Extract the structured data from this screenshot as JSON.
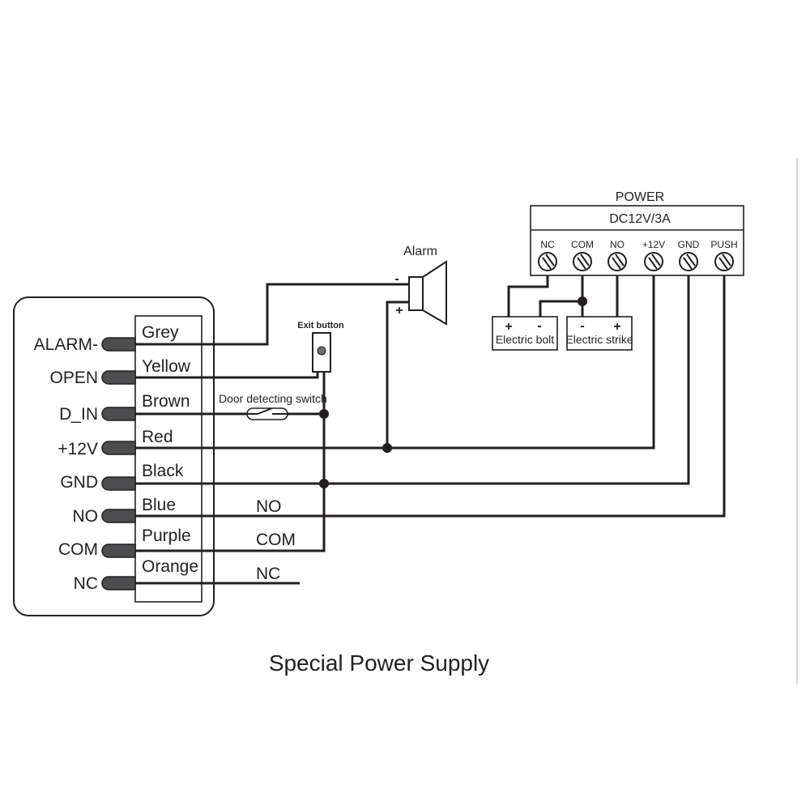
{
  "title": "Special Power Supply",
  "colors": {
    "ink": "#231f20",
    "connector": "#4d4d4f",
    "button_dot": "#6d6e71",
    "frame_line": "#c8c8c8",
    "background": "#ffffff"
  },
  "controller": {
    "terminals": [
      {
        "signal": "ALARM-",
        "wire_color": "Grey"
      },
      {
        "signal": "OPEN",
        "wire_color": "Yellow"
      },
      {
        "signal": "D_IN",
        "wire_color": "Brown"
      },
      {
        "signal": "+12V",
        "wire_color": "Red"
      },
      {
        "signal": "GND",
        "wire_color": "Black"
      },
      {
        "signal": "NO",
        "wire_color": "Blue"
      },
      {
        "signal": "COM",
        "wire_color": "Purple"
      },
      {
        "signal": "NC",
        "wire_color": "Orange"
      }
    ],
    "relay_labels": {
      "no": "NO",
      "com": "COM",
      "nc": "NC"
    }
  },
  "power_supply": {
    "title": "POWER",
    "rating": "DC12V/3A",
    "terminals": [
      "NC",
      "COM",
      "NO",
      "+12V",
      "GND",
      "PUSH"
    ]
  },
  "alarm": {
    "label": "Alarm",
    "minus": "-",
    "plus": "+"
  },
  "exit_button": {
    "label": "Exit button"
  },
  "door_switch": {
    "label": "Door detecting switch"
  },
  "electric_bolt": {
    "label": "Electric bolt",
    "plus": "+",
    "minus": "-"
  },
  "electric_strike": {
    "label": "Electric strike",
    "minus": "-",
    "plus": "+"
  }
}
